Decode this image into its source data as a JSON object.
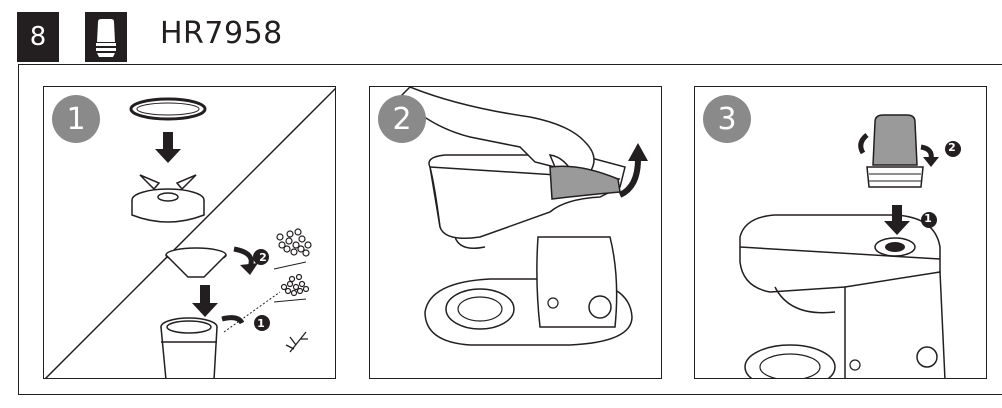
{
  "header": {
    "step_number": "8",
    "model": "HR7958"
  },
  "panels": [
    {
      "number": "1",
      "sub_steps": [
        "2",
        "1"
      ]
    },
    {
      "number": "2"
    },
    {
      "number": "3",
      "sub_steps": [
        "2",
        "1"
      ]
    }
  ]
}
